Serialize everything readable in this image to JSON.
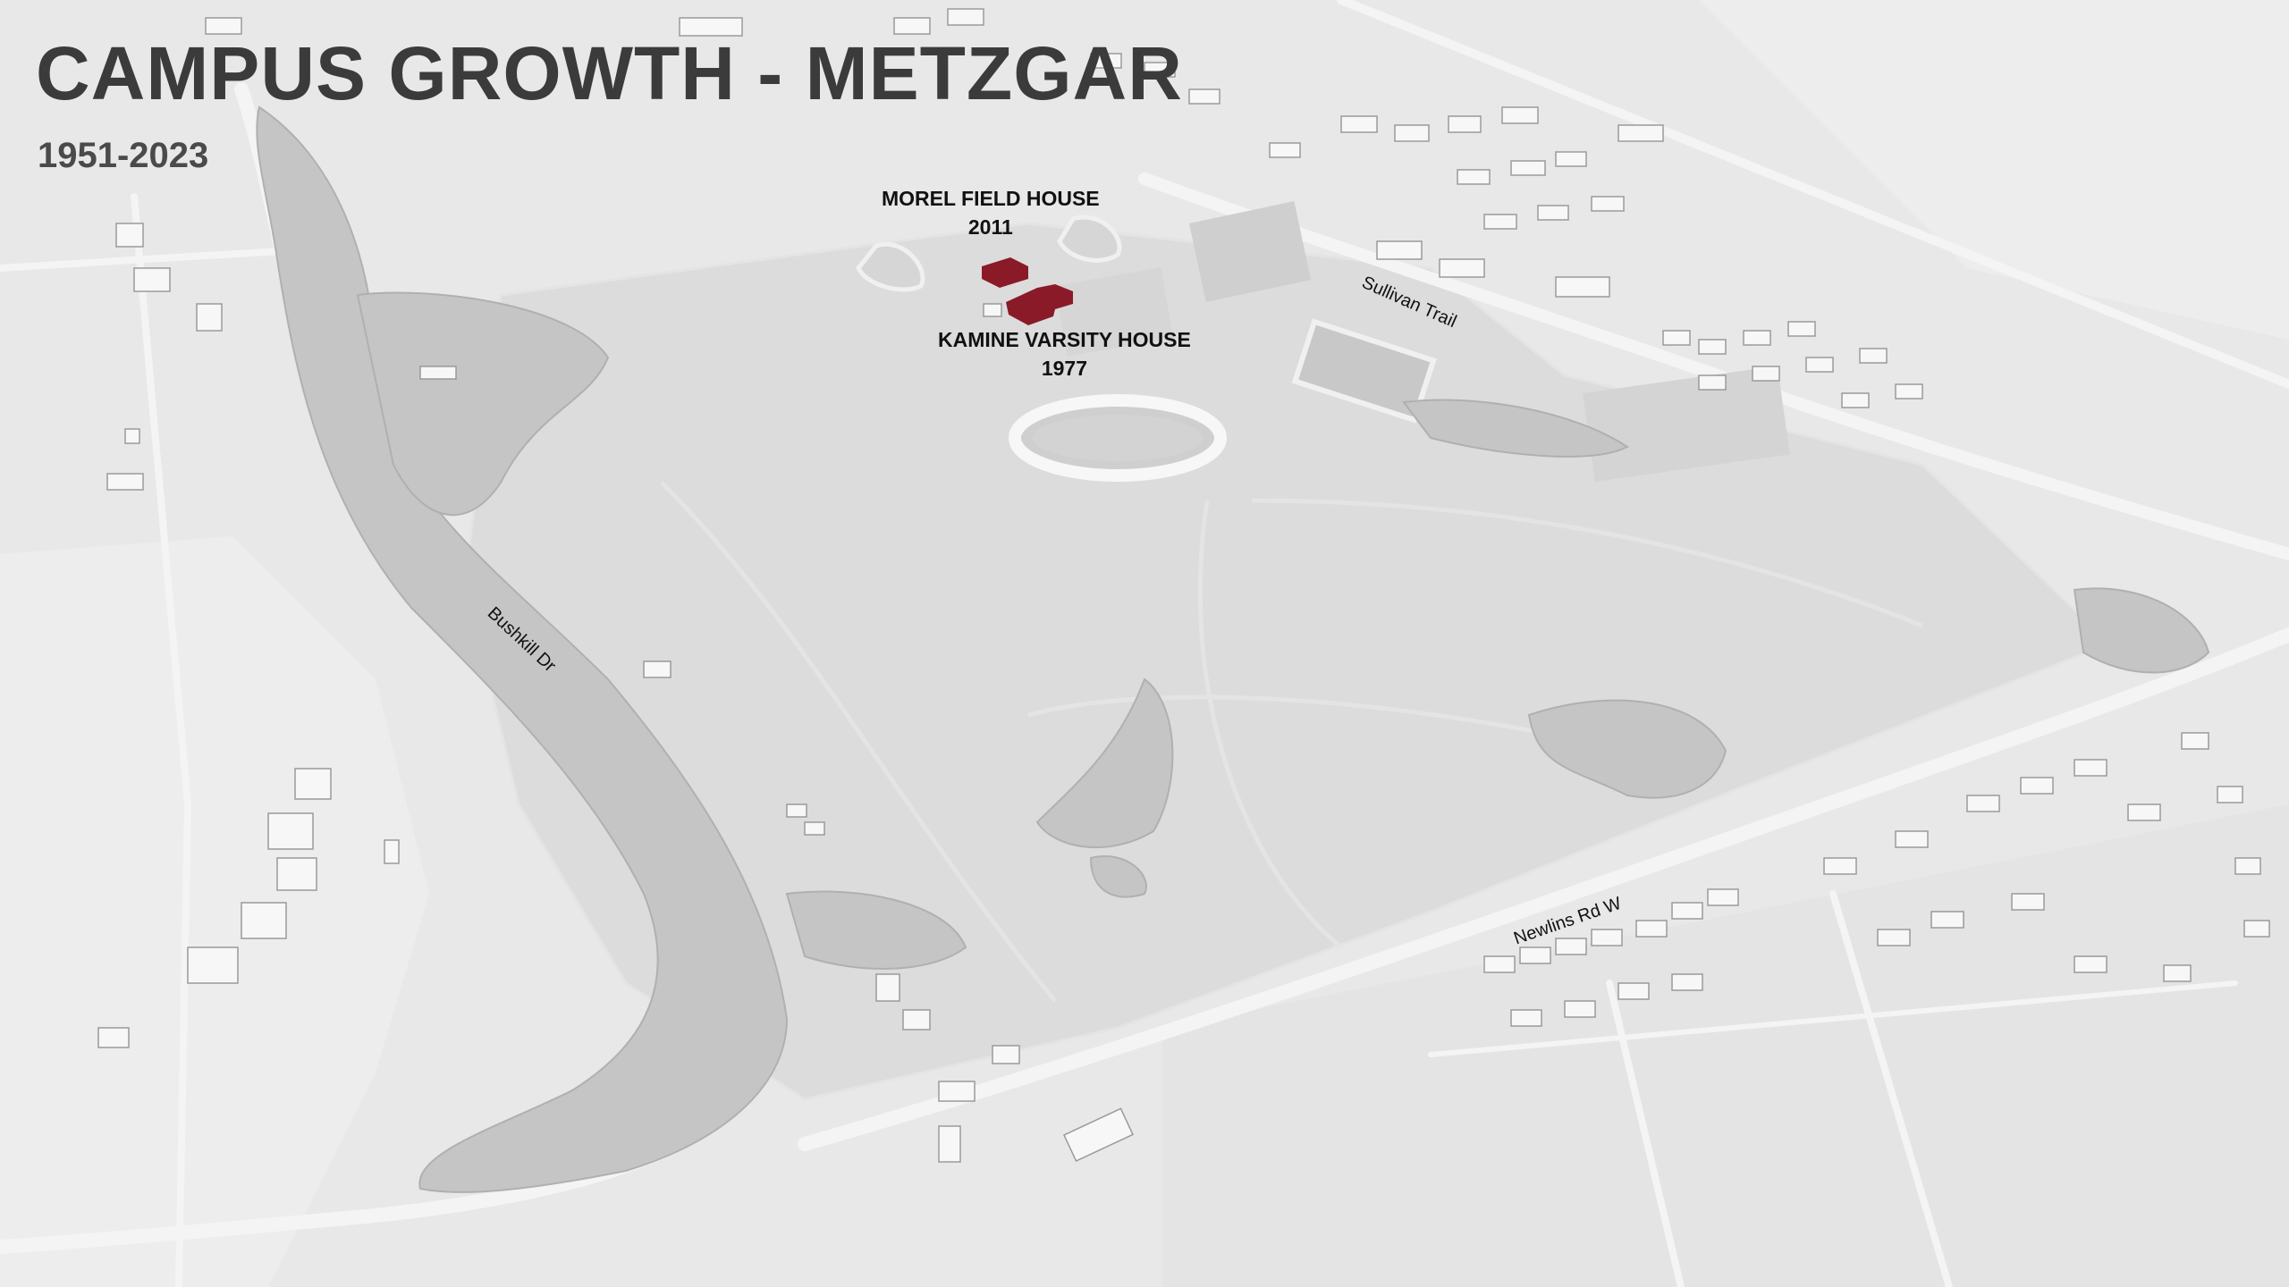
{
  "header": {
    "title": "CAMPUS GROWTH - METZGAR",
    "date_range": "1951-2023"
  },
  "buildings": [
    {
      "name": "MOREL FIELD HOUSE",
      "year": "2011"
    },
    {
      "name": "KAMINE VARSITY HOUSE",
      "year": "1977"
    }
  ],
  "streets": {
    "sullivan": "Sullivan Trail",
    "bushkill": "Bushkill Dr",
    "newlins": "Newlins Rd W"
  },
  "colors": {
    "highlight": "#8b1a28",
    "base_map": "#e6e6e6",
    "title_text": "#3b3b3b"
  }
}
